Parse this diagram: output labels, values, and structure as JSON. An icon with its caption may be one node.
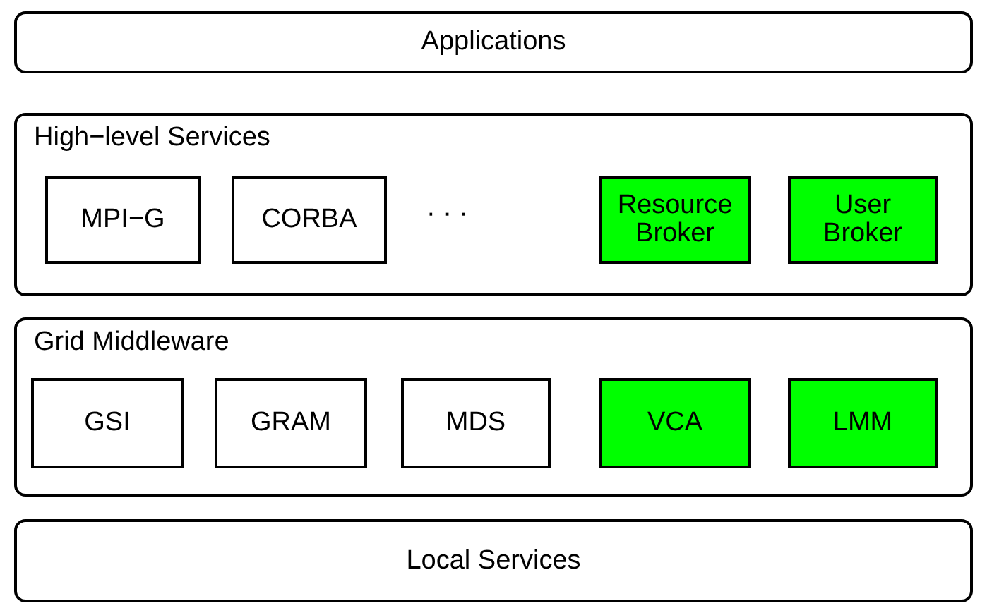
{
  "diagram": {
    "nodes": [
      {
        "text": [
          "Applications"
        ]
      },
      {
        "text": [
          "High−level Services"
        ]
      },
      {
        "text": [
          "MPI−G"
        ],
        "in": 1
      },
      {
        "text": [
          "CORBA"
        ],
        "in": 1
      },
      {
        "text": [
          "Resource Broker"
        ],
        "in": 1
      },
      {
        "text": [
          "User Broker"
        ],
        "in": 1
      },
      {
        "text": [
          "Grid Middleware"
        ]
      },
      {
        "text": [
          "GSI"
        ],
        "in": 6
      },
      {
        "text": [
          "GRAM"
        ],
        "in": 6
      },
      {
        "text": [
          "MDS"
        ],
        "in": 6
      },
      {
        "text": [
          "VCA"
        ],
        "in": 6
      },
      {
        "text": [
          "LMM"
        ],
        "in": 6
      },
      {
        "text": [
          "Local Services"
        ]
      }
    ],
    "labels": [
      "· · ·"
    ]
  }
}
